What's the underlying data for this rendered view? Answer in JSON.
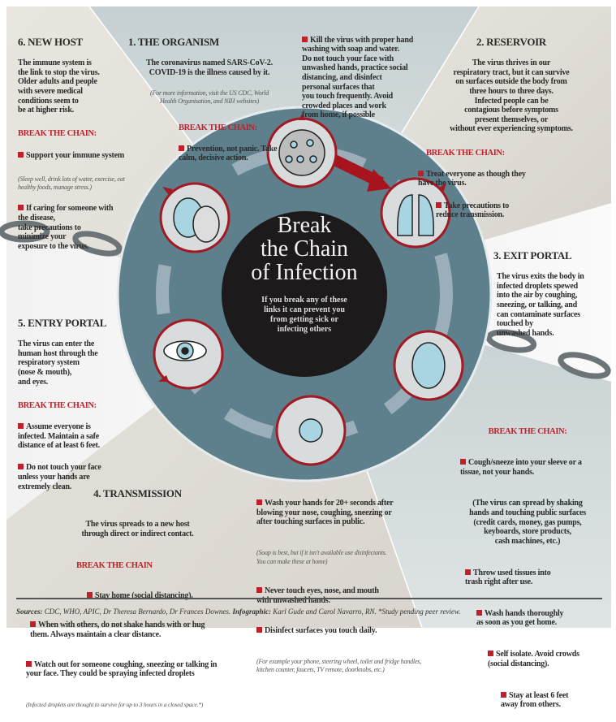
{
  "center": {
    "title": "Break\nthe Chain\nof Infection",
    "subtitle": "If you break any of these\nlinks it can prevent you\nfrom getting sick or\ninfecting others"
  },
  "sections": {
    "new_host": {
      "title": "6. NEW HOST",
      "body": "The immune system is\nthe link to stop the virus.\nOlder adults and people\nwith severe medical\nconditions seem to\nbe at higher risk.",
      "break_label": "BREAK THE CHAIN:",
      "bullet1": "Support your immune system",
      "note": "(Sleep well, drink lots of water, exercise, eat\nhealthy foods, manage stress.)",
      "bullet2": "If caring for someone with\nthe disease,\ntake precautions to\nminimize your\nexposure to the virus."
    },
    "organism": {
      "title": "1. THE ORGANISM",
      "body": "The coronavirus named SARS-CoV-2.\nCOVID-19 is the illness caused by it.",
      "note": "(For more information, visit the US CDC, World\nHealth Organisation, and NIH websites)",
      "break_label": "BREAK THE CHAIN:",
      "bullet1": "Prevention, not panic. Take\ncalm, decisive action.",
      "bullet2": "Kill the virus with proper hand\nwashing with soap and water.\nDo not touch your face with\nunwashed hands, practice social\ndistancing, and disinfect\npersonal surfaces that\nyou touch frequently. Avoid\ncrowded places and work\nfrom home, if possible"
    },
    "reservoir": {
      "title": "2. RESERVOIR",
      "body": "The virus thrives in our\nrespiratory tract, but it can survive\non surfaces outside the body from\nthree hours to three days.\nInfected people can be\ncontagious before symptoms\npresent themselves, or\nwithout ever experiencing symptoms.",
      "break_label": "BREAK THE CHAIN:",
      "bullet1": "Treat everyone as though they\nhave the virus.",
      "bullet2": "Take precautions to\nreduce transmission."
    },
    "exit_portal": {
      "title": "3. EXIT PORTAL",
      "body": "The virus exits the body in\ninfected droplets spewed\ninto the air by coughing,\nsneezing, or talking, and\ncan contaminate surfaces\ntouched by\nunwashed hands.",
      "break_label": "BREAK THE CHAIN:",
      "bullet1": "Cough/sneeze into your sleeve or a\ntissue, not your hands.",
      "note": "(The virus can spread by shaking\nhands and touching public surfaces\n(credit cards, money, gas pumps,\nkeyboards, store products,\ncash machines, etc.)",
      "bullet2": "Throw used tissues into\ntrash right after use.",
      "bullet3": "Wash hands thoroughly\nas soon as you get home.",
      "bullet4": "Self isolate. Avoid crowds\n(social distancing).",
      "bullet5": "Stay at least 6 feet\naway from others."
    },
    "transmission": {
      "title": "4. TRANSMISSION",
      "body": "The virus spreads to a new host\nthrough direct or indirect contact.",
      "break_label": "BREAK THE CHAIN",
      "bullet1": "Stay home (social distancing).",
      "bullet2": "When with others, do not shake hands with or hug\nthem. Always maintain a clear distance.",
      "bullet3": "Watch out for someone coughing, sneezing or talking in\nyour face. They could be spraying infected droplets",
      "note": "(Infected droplets are thought to survive for up to 3 hours in a closed space.*)",
      "bullet4": "Wash your hands for 20+ seconds after\nblowing your nose, coughing, sneezing or\nafter touching surfaces in public.",
      "note2": "(Soap is best, but if it isn't available use disinfectants.\nYou can make these at home)",
      "bullet5": "Never touch eyes, nose, and mouth\nwith unwashed hands.",
      "bullet6": "Disinfect surfaces you touch daily.",
      "note3": "(For example your phone, steering wheel, toilet and fridge handles,\nkitchen counter, faucets, TV remote, doorknobs, etc.)"
    },
    "entry_portal": {
      "title": "5. ENTRY PORTAL",
      "body": "The virus can enter the\nhuman host through the\nrespiratory system\n(nose & mouth),\nand eyes.",
      "break_label": "BREAK THE CHAIN:",
      "bullet1": "Assume everyone is\ninfected. Maintain a safe\ndistance of at least 6 feet.",
      "bullet2": "Do not touch your face\nunless your hands are\nextremely clean."
    }
  },
  "footer": {
    "sources_label": "Sources:",
    "sources": " CDC, WHO, APIC, Dr Theresa Bernardo, Dr Frances Downes. ",
    "infographic_label": "Infographic:",
    "infographic": " Karl Gude and Carol Navarro, RN.  *Study pending peer review."
  },
  "colors": {
    "accent": "#c0202a",
    "ring": "#5e7f8c",
    "center": "#1c1a1a",
    "icon_fill": "#a9d4e2"
  }
}
